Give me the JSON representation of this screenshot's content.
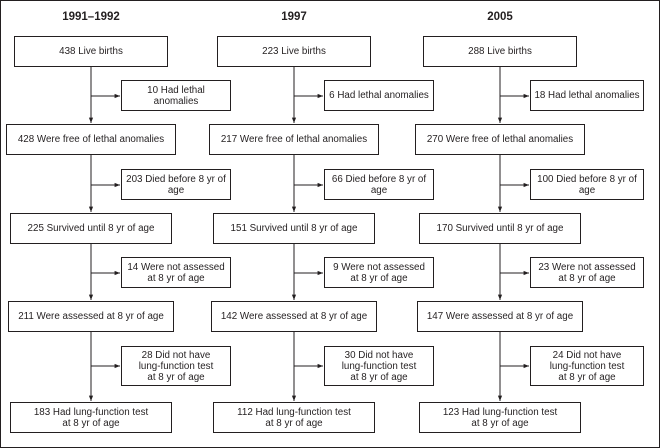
{
  "columns": [
    {
      "year": "1991–1992",
      "main": [
        "438 Live births",
        "428 Were free of lethal anomalies",
        "225 Survived until 8 yr of age",
        "211 Were assessed at 8 yr of age",
        "183 Had lung-function test\nat 8 yr of age"
      ],
      "side": [
        "10 Had lethal anomalies",
        "203 Died before 8 yr of age",
        "14 Were not assessed\nat 8 yr of age",
        "28 Did not have\nlung-function test\nat 8 yr of age"
      ]
    },
    {
      "year": "1997",
      "main": [
        "223 Live births",
        "217 Were free of lethal anomalies",
        "151 Survived until 8 yr of age",
        "142 Were assessed at 8 yr of age",
        "112 Had lung-function test\nat 8 yr of age"
      ],
      "side": [
        "6 Had lethal anomalies",
        "66 Died before 8 yr of age",
        "9 Were not assessed\nat 8 yr of age",
        "30 Did not have\nlung-function test\nat 8 yr of age"
      ]
    },
    {
      "year": "2005",
      "main": [
        "288 Live births",
        "270 Were free of lethal anomalies",
        "170 Survived until 8 yr of age",
        "147 Were assessed at 8 yr of age",
        "123 Had lung-function test\nat 8 yr of age"
      ],
      "side": [
        "18 Had lethal anomalies",
        "100 Died before 8 yr of age",
        "23 Were not assessed\nat 8 yr of age",
        "24 Did not have\nlung-function test\nat 8 yr of age"
      ]
    }
  ]
}
